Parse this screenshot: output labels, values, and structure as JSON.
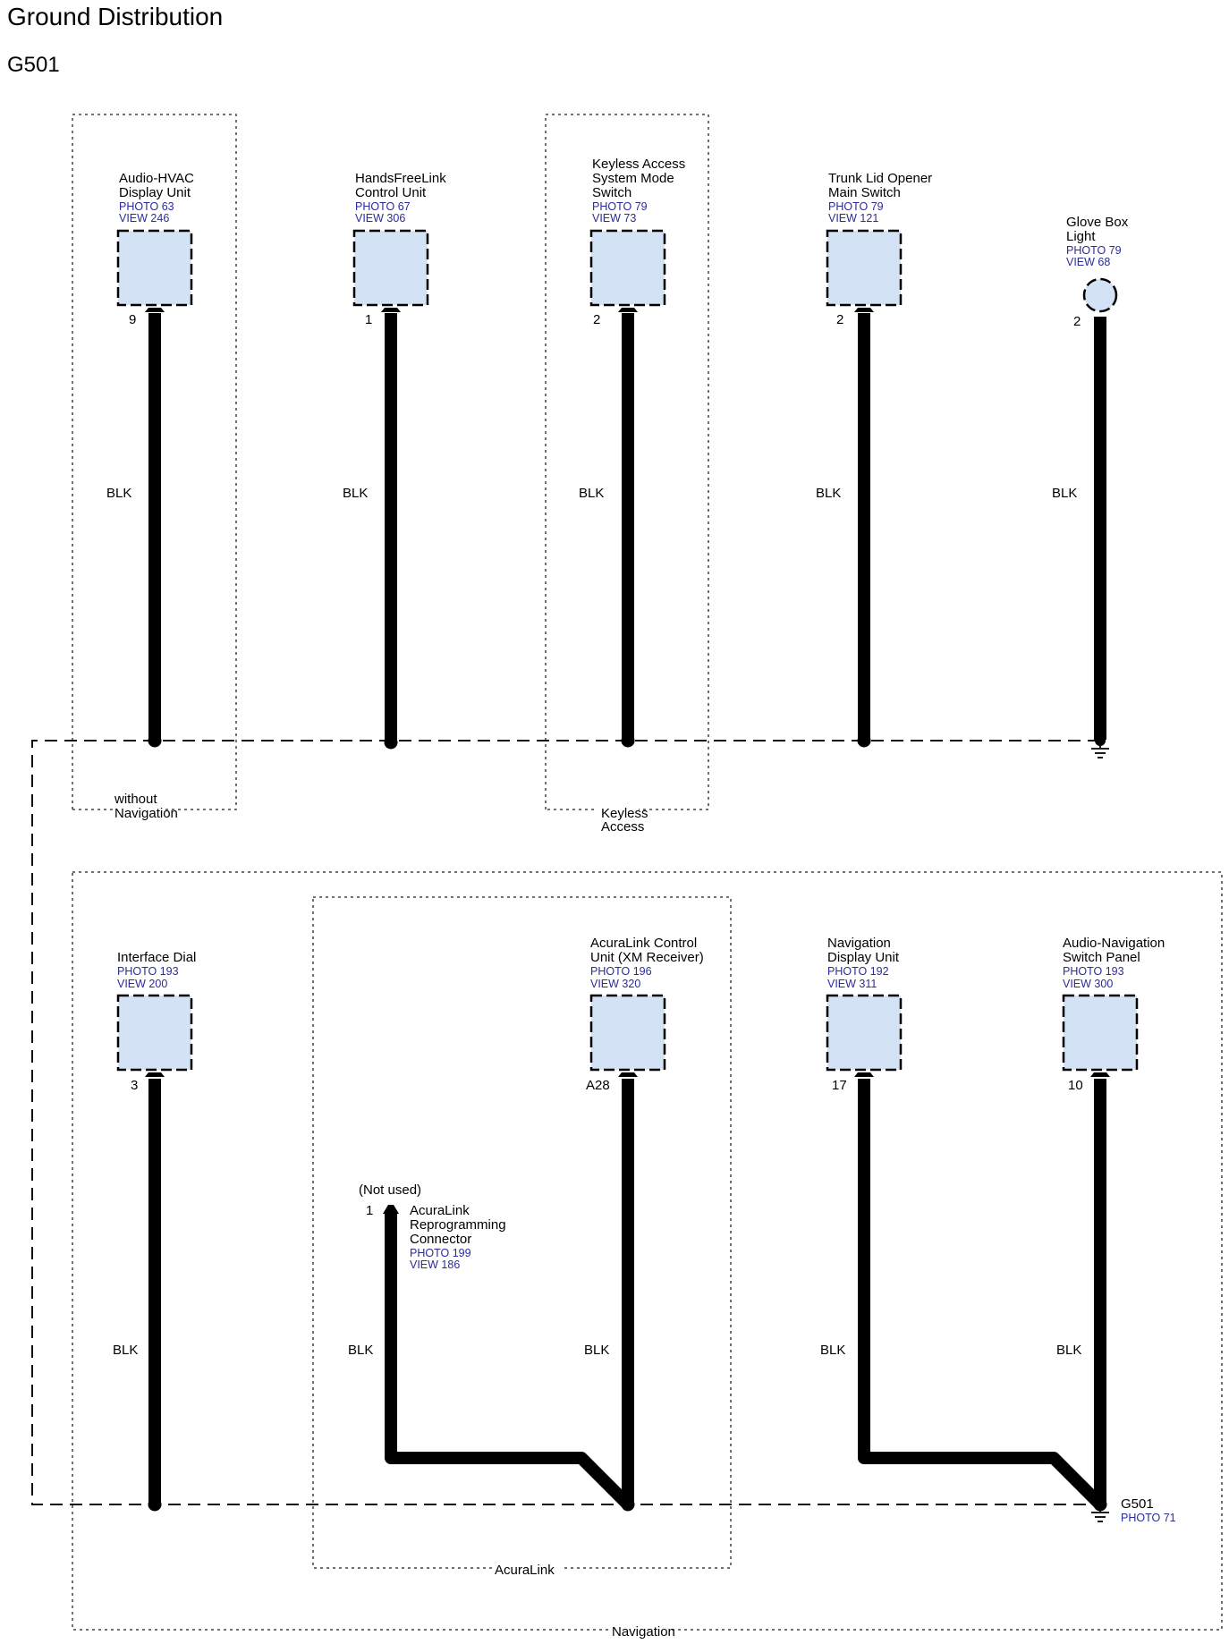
{
  "header": {
    "title": "Ground Distribution",
    "subtitle": "G501"
  },
  "wire_color": "BLK",
  "colors": {
    "connector_fill": "#d3e3f5",
    "ref_text": "#2b2b9a"
  },
  "components": [
    {
      "id": "audio-hvac-display-unit",
      "name_lines": [
        "Audio-HVAC",
        "Display Unit"
      ],
      "photo": "PHOTO 63",
      "view": "VIEW 246",
      "pin": "9"
    },
    {
      "id": "handsfreelink-control-unit",
      "name_lines": [
        "HandsFreeLink",
        "Control Unit"
      ],
      "photo": "PHOTO 67",
      "view": "VIEW 306",
      "pin": "1"
    },
    {
      "id": "keyless-access-system-mode-switch",
      "name_lines": [
        "Keyless Access",
        "System Mode",
        "Switch"
      ],
      "photo": "PHOTO 79",
      "view": "VIEW 73",
      "pin": "2"
    },
    {
      "id": "trunk-lid-opener-main-switch",
      "name_lines": [
        "Trunk Lid Opener",
        "Main Switch"
      ],
      "photo": "PHOTO 79",
      "view": "VIEW 121",
      "pin": "2"
    },
    {
      "id": "glove-box-light",
      "name_lines": [
        "Glove Box",
        "Light"
      ],
      "photo": "PHOTO 79",
      "view": "VIEW 68",
      "pin": "2"
    },
    {
      "id": "interface-dial",
      "name_lines": [
        "Interface Dial"
      ],
      "photo": "PHOTO 193",
      "view": "VIEW 200",
      "pin": "3"
    },
    {
      "id": "acuralink-control-unit",
      "name_lines": [
        "AcuraLink Control",
        "Unit (XM Receiver)"
      ],
      "photo": "PHOTO 196",
      "view": "VIEW 320",
      "pin": "A28"
    },
    {
      "id": "navigation-display-unit",
      "name_lines": [
        "Navigation",
        "Display Unit"
      ],
      "photo": "PHOTO 192",
      "view": "VIEW 311",
      "pin": "17"
    },
    {
      "id": "audio-navigation-switch-panel",
      "name_lines": [
        "Audio-Navigation",
        "Switch Panel"
      ],
      "photo": "PHOTO 193",
      "view": "VIEW 300",
      "pin": "10"
    }
  ],
  "reprogramming_connector": {
    "not_used": "(Not used)",
    "pin": "1",
    "name_lines": [
      "AcuraLink",
      "Reprogramming",
      "Connector"
    ],
    "photo": "PHOTO 199",
    "view": "VIEW 186"
  },
  "ground_point": {
    "name": "G501",
    "photo": "PHOTO 71"
  },
  "option_groups": {
    "without_navigation": [
      "without",
      "Navigation"
    ],
    "keyless_access": [
      "Keyless",
      "Access"
    ],
    "acuralink": "AcuraLink",
    "navigation": "Navigation"
  }
}
